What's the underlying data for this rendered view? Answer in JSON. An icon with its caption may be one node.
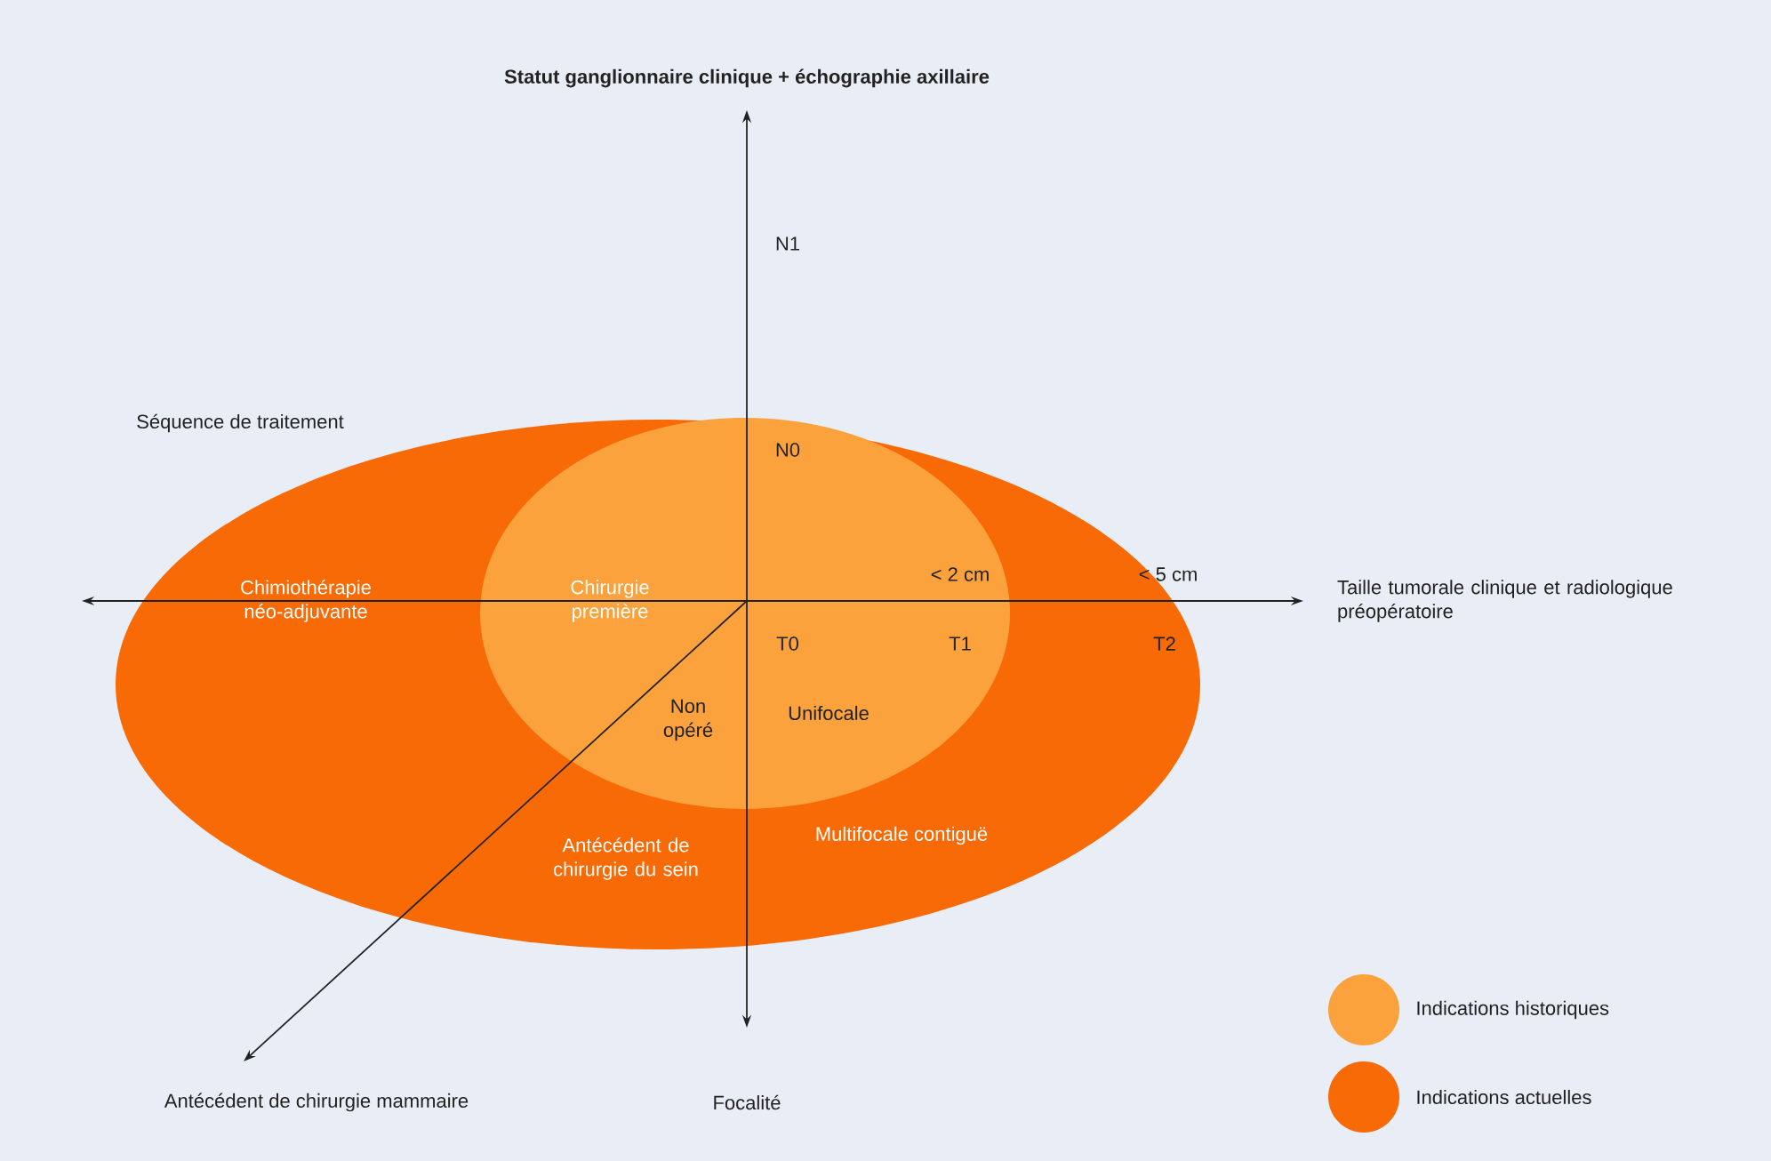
{
  "diagram": {
    "nodes": [
      {
        "text": [
          "Séquence de traitement",
          "Chimiothérapie néo-adjuvante",
          "Antécédent de chirurgie du sein",
          "Multifocale contiguë",
          "< 5 cm",
          "T2"
        ]
      },
      {
        "text": [
          "N0",
          "Chirurgie première",
          "Non opéré",
          "T0",
          "Unifocale",
          "< 2 cm",
          "T1"
        ],
        "in": 0
      }
    ],
    "labels": [
      "Statut ganglionnaire clinique + échographie axillaire",
      "N1",
      "Taille tumorale clinique et radiologique préopératoire",
      "Antécédent de chirurgie mammaire",
      "Focalité"
    ],
    "legend": [
      {
        "text": "Indications historiques",
        "color": "#fba23c"
      },
      {
        "text": "Indications actuelles",
        "color": "#f86a05"
      }
    ]
  }
}
